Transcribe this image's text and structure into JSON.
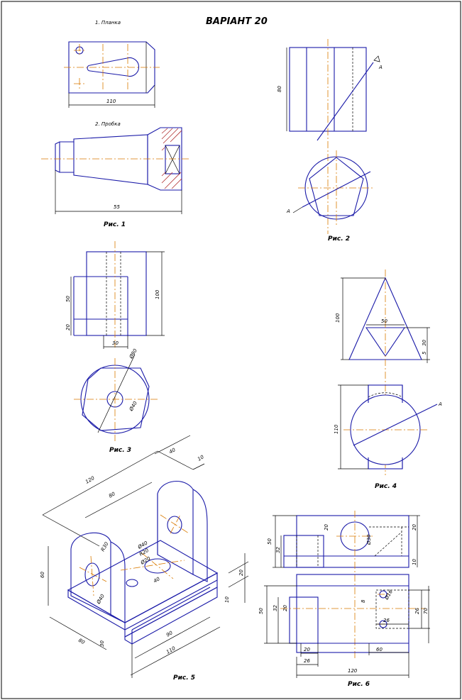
{
  "title": "ВАРІАНТ  20",
  "parts": {
    "p1": "1. Планка",
    "p2": "2. Пробка"
  },
  "captions": {
    "fig1": "Рис. 1",
    "fig2": "Рис. 2",
    "fig3": "Рис. 3",
    "fig4": "Рис. 4",
    "fig5": "Рис. 5",
    "fig6": "Рис. 6"
  },
  "dims": {
    "f1_110": "110",
    "f1_55": "55",
    "f2_80": "80",
    "f2_a": "А",
    "f2_b": "А",
    "f3_50": "50",
    "f3_20": "20",
    "f3_100": "100",
    "f3_30": "30",
    "f3_d80": "Ø80",
    "f3_d40": "Ø40",
    "f4_100": "100",
    "f4_50": "50",
    "f4_30": "30",
    "f4_5": "5",
    "f4_110": "110",
    "f4_a": "А",
    "f5_40": "40",
    "f5_10": "10",
    "f5_120": "120",
    "f5_80": "80",
    "f5_r30": "R30",
    "f5_d40a": "Ø40",
    "f5_d40b": "Ø40",
    "f5_r20": "R20",
    "f5_d20": "Ø20",
    "f5_40b": "40",
    "f5_60": "60",
    "f5_20": "20",
    "f5_10b": "10",
    "f5_80b": "80",
    "f5_30": "30",
    "f5_90": "90",
    "f5_110": "110",
    "f6_50": "50",
    "f6_32": "32",
    "f6_20a": "20",
    "f6_d30": "Ø30",
    "f6_20b": "20",
    "f6_10": "10",
    "f6_50b": "50",
    "f6_32b": "32",
    "f6_20c": "20",
    "f6_8": "8",
    "f6_d16": "Ø16",
    "f6_26a": "26",
    "f6_70": "70",
    "f6_26b": "26",
    "f6_60": "60",
    "f6_20d": "20",
    "f6_26c": "26",
    "f6_120": "120"
  }
}
